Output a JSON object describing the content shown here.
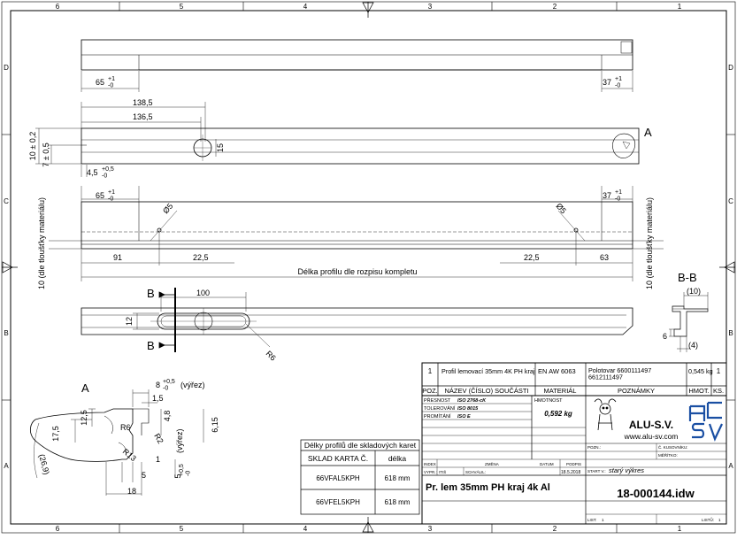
{
  "border": {
    "columns": [
      "6",
      "5",
      "4",
      "3",
      "2",
      "1"
    ],
    "rows": [
      "D",
      "C",
      "B",
      "A"
    ]
  },
  "dimensions": {
    "top_left_len": "65",
    "top_left_tol": "+1\n-0",
    "top_right_len": "37",
    "top_right_tol": "+1\n-0",
    "d138": "138,5",
    "d136": "136,5",
    "d15": "15",
    "d10": "10 ± 0,2",
    "d7": "7 ± 0,5",
    "d45": "4,5",
    "d45_tol": "+0,5\n-0",
    "mid_left_len": "65",
    "mid_left_tol": "+1\n-0",
    "mid_right_len": "37",
    "mid_right_tol": "+1\n-0",
    "dia_left": "Ø5",
    "dia_right": "Ø5",
    "d91": "91",
    "d225_left": "22,5",
    "d225_right": "22,5",
    "d63": "63",
    "profile_len": "Délka profilu dle rozpisu kompletu",
    "thk_left": "10 (dle tloušťky materiálu)",
    "thk_right": "10 (dle tloušťky materiálu)",
    "section_mark": "B",
    "d100": "100",
    "d12": "12",
    "r6": "R6",
    "view_a_label": "A",
    "bb_label": "B-B",
    "bb_10": "(10)",
    "bb_6": "6",
    "bb_4": "(4)",
    "detail_a_title": "A",
    "det_8": "8",
    "det_8_tol": "+0,5\n-0",
    "det_8_note": "(výřez)",
    "det_15": "1,5",
    "det_125": "12,5",
    "det_175": "17,5",
    "det_48": "4,8",
    "det_615": "6,15",
    "det_r6": "R6",
    "det_r2": "R2",
    "det_r13": "R13",
    "det_269": "(26,9)",
    "det_1": "1",
    "det_5": "5",
    "det_18": "18",
    "det_5v": "5",
    "det_5v_tol": "+0,5\n-0",
    "det_5v_note": "(výřez)"
  },
  "length_table": {
    "title": "Délky profilů dle skladových karet",
    "headers": [
      "SKLAD KARTA Č.",
      "délka"
    ],
    "rows": [
      [
        "66VFAL5KPH",
        "618 mm"
      ],
      [
        "66VFEL5KPH",
        "618 mm"
      ]
    ]
  },
  "title_block": {
    "part_pos": "1",
    "part_name": "Profil lemovací 35mm 4K PH kraj",
    "part_material": "EN AW 6063",
    "part_note": "Polotovar 6600111497\n6612111497",
    "part_weight": "0,545 kg",
    "part_qty": "1",
    "hdr_pos": "POZ.",
    "hdr_name": "NÁZEV (ČÍSLO) SOUČÁSTI",
    "hdr_mat": "MATERIÁL",
    "hdr_note": "POZNÁMKY",
    "hdr_weight": "HMOT.",
    "hdr_qty": "KS.",
    "presnost_label": "PŘESNOST",
    "presnost_val": "ISO 2768-cK",
    "tolerovani_label": "TOLEROVÁNÍ",
    "tolerovani_val": "ISO 8015",
    "promitani_label": "PROMÍTÁNÍ",
    "promitani_val": "ISO E",
    "hmotnost_label": "HMOTNOST",
    "hmotnost_val": "0,592 kg",
    "company": "ALU-S.V.",
    "website": "www.alu-sv.com",
    "pozn_label": "POZN.:",
    "kusovnik_label": "Č. KUSOVNÍKU:",
    "meritko_label": "MĚŘÍTKO:",
    "index_label": "INDEX",
    "zmena_label": "ZMĚNA",
    "datum_label": "DATUM",
    "podpis_label": "PODPIS",
    "vypr_label": "VYPR.:",
    "vypr_val": "ITIŠ",
    "schvalil_label": "SCHVÁLIL:",
    "date_val": "18.5.2018",
    "start_label": "START V.:",
    "start_val": "starý výkres",
    "drawing_title": "Pr. lem 35mm PH kraj 4k Al",
    "drawing_number": "18-000144.idw",
    "list_label": "LIST:",
    "list_val": "1",
    "listu_label": "LISTŮ:",
    "listu_val": "1"
  },
  "colors": {
    "line": "#000000",
    "paper": "#ffffff",
    "logo_blue": "#1a4fa3"
  }
}
